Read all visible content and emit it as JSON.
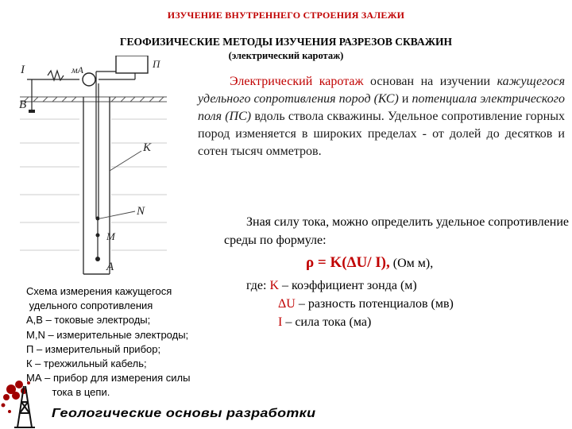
{
  "header": {
    "top_title": "ИЗУЧЕНИЕ ВНУТРЕННЕГО СТРОЕНИЯ ЗАЛЕЖИ",
    "main_title": "ГЕОФИЗИЧЕСКИЕ МЕТОДЫ ИЗУЧЕНИЯ РАЗРЕЗОВ СКВАЖИН",
    "subtitle": "(электрический каротаж)"
  },
  "paragraph1": {
    "lead": "Электрический каротаж",
    "text_a": " основан на изучении ",
    "italic_a": "кажущегося удельного сопротивления пород (КС)",
    "text_b": " и ",
    "italic_b": "потенциала электрического поля (ПС)",
    "text_c": " вдоль ствола скважины. Удельное сопротивление горных пород изменяется в широких пределах - от долей до десятков и сотен тысяч омметров."
  },
  "paragraph2": "Зная силу тока, можно определить удельное сопротивление среды по формуле:",
  "formula": {
    "expression": "ρ = K(ΔU/ I),",
    "units": " (Ом м),"
  },
  "definitions": {
    "prefix": "где: ",
    "items": [
      {
        "symbol": "K",
        "text": " – коэффициент зонда (м)"
      },
      {
        "symbol": "ΔU",
        "text": " – разность потенциалов (мв)"
      },
      {
        "symbol": "I",
        "text": " – сила тока (ма)"
      }
    ]
  },
  "caption": {
    "lines": [
      "Схема измерения кажущегося",
      " удельного сопротивления",
      "А,В – токовые электроды;",
      "M,N – измерительные электроды;",
      "П – измерительный прибор;",
      "К – трехжильный кабель;",
      "МА – прибор для измерения силы",
      "         тока в цепи."
    ]
  },
  "schematic_labels": {
    "I": "I",
    "mA": "мА",
    "P": "П",
    "B": "B",
    "K": "K",
    "N": "N",
    "M": "M",
    "A": "A"
  },
  "footer": {
    "text": "Геологические основы разработки"
  },
  "colors": {
    "accent_red": "#c00000",
    "logo_red": "#a00000"
  }
}
